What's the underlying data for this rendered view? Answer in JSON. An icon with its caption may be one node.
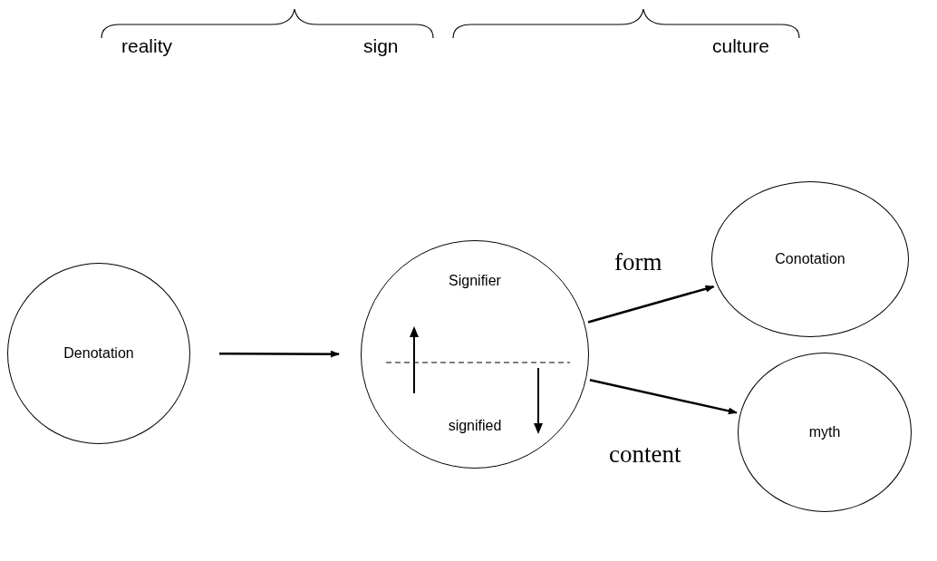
{
  "diagram": {
    "nodes": [
      {
        "text": [
          "Denotation"
        ]
      },
      {
        "text": [
          "Signifier",
          "signified"
        ]
      },
      {
        "text": [
          "Conotation"
        ]
      },
      {
        "text": [
          "myth"
        ]
      }
    ],
    "edges": [
      {
        "from": 0,
        "to": 1,
        "arrow": "to"
      },
      {
        "from": 1,
        "to": 2,
        "arrow": "to",
        "label": "form"
      },
      {
        "from": 1,
        "to": 3,
        "arrow": "to",
        "label": "content"
      }
    ],
    "labels": [
      "reality",
      "sign",
      "culture"
    ]
  }
}
